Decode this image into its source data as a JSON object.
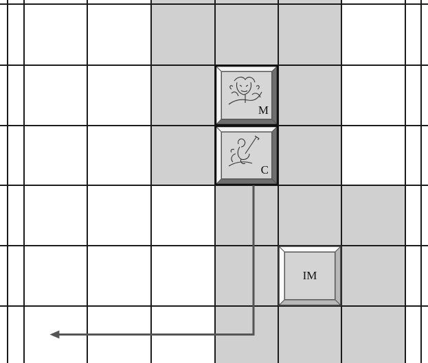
{
  "board": {
    "columns": 7,
    "rows": 6,
    "shaded_cells": [
      [
        0,
        2
      ],
      [
        0,
        3
      ],
      [
        0,
        4
      ],
      [
        1,
        2
      ],
      [
        1,
        3
      ],
      [
        1,
        4
      ],
      [
        2,
        2
      ],
      [
        2,
        3
      ],
      [
        2,
        4
      ],
      [
        3,
        3
      ],
      [
        3,
        4
      ],
      [
        3,
        5
      ],
      [
        4,
        3
      ],
      [
        4,
        4
      ],
      [
        4,
        5
      ],
      [
        5,
        3
      ],
      [
        5,
        4
      ],
      [
        5,
        5
      ]
    ],
    "colors": {
      "shaded": "#d0d0d0",
      "light": "#ffffff",
      "grid": "#1a1a1a",
      "arrow": "#555555"
    }
  },
  "pieces": [
    {
      "id": "M",
      "label": "M",
      "icon": "monster-icon",
      "row": 1,
      "col": 3,
      "style": "raised"
    },
    {
      "id": "C",
      "label": "C",
      "icon": "character-icon",
      "row": 2,
      "col": 3,
      "style": "raised"
    },
    {
      "id": "IM",
      "label": "IM",
      "icon": "",
      "row": 4,
      "col": 4,
      "style": "inset"
    }
  ],
  "path": {
    "from": "C",
    "waypoints_cells": [
      [
        2,
        3
      ],
      [
        5,
        3
      ],
      [
        5,
        0
      ]
    ],
    "arrow_direction": "left"
  }
}
